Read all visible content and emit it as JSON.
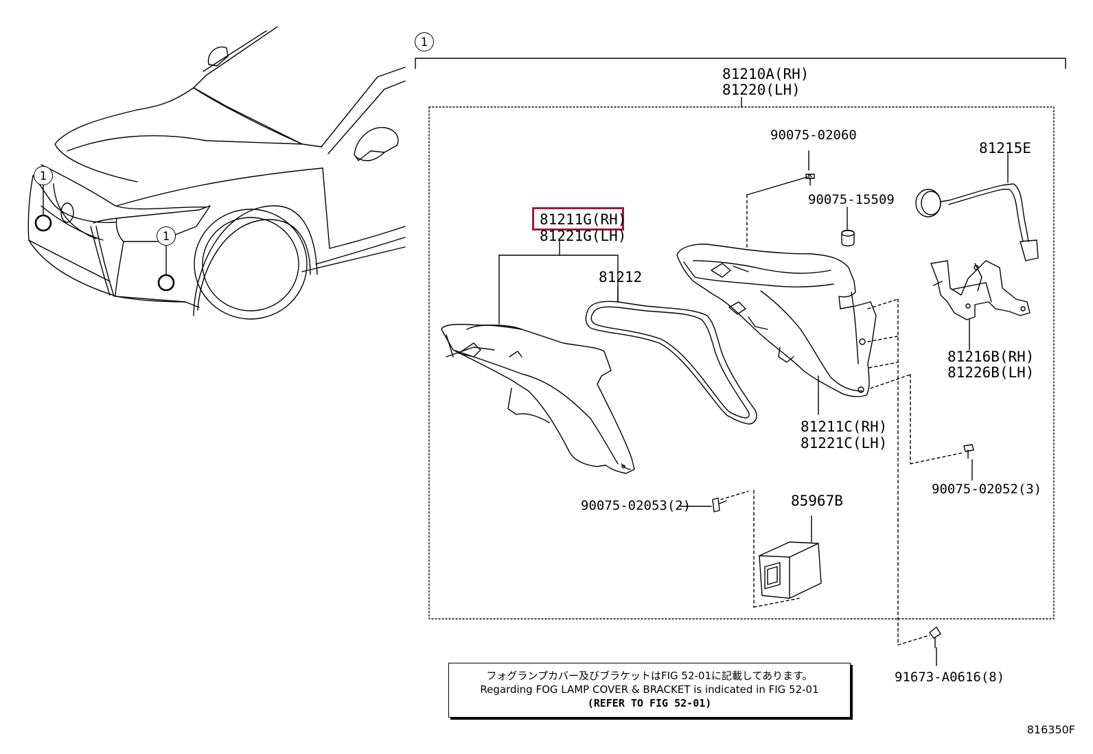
{
  "callout_symbol": "1",
  "parts": {
    "assembly_rh": "81210A(RH)",
    "assembly_lh": "81220(LH)",
    "bolt_top": "90075-02060",
    "bulb_socket": "81215E",
    "nut": "90075-15509",
    "cover_rh": "81211G(RH)",
    "cover_lh": "81221G(LH)",
    "gasket": "81212",
    "bracket_rh": "81216B(RH)",
    "bracket_lh": "81226B(LH)",
    "housing_rh": "81211C(RH)",
    "housing_lh": "81221C(LH)",
    "bolt_right": "90075-02052(3)",
    "bolt_left": "90075-02053(2)",
    "module": "85967B",
    "screw": "91673-A0616(8)"
  },
  "note": {
    "line_jp": "フォグランプカバー及びブラケットはFIG 52-01に記載してあります。",
    "line_en": "Regarding FOG LAMP COVER & BRACKET is indicated in FIG 52-01",
    "line_ref": "(REFER TO FIG 52-01)"
  },
  "figure_number": "816350F",
  "highlight_color": "#9c1b3a"
}
